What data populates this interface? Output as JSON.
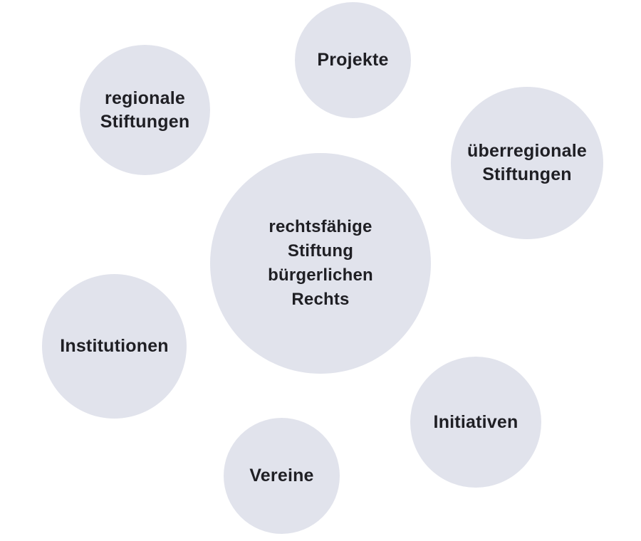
{
  "diagram": {
    "center": {
      "label": "rechtsfähige\nStiftung\nbürgerlichen\nRechts"
    },
    "nodes": {
      "projekte": {
        "label": "Projekte"
      },
      "regionale_stiftungen": {
        "label": "regionale\nStiftungen"
      },
      "ueberregionale_stiftungen": {
        "label": "überregionale\nStiftungen"
      },
      "institutionen": {
        "label": "Institutionen"
      },
      "initiativen": {
        "label": "Initiativen"
      },
      "vereine": {
        "label": "Vereine"
      }
    }
  },
  "colors": {
    "bubble_fill": "#e1e3ec",
    "text": "#1f1f24",
    "background": "#ffffff"
  }
}
